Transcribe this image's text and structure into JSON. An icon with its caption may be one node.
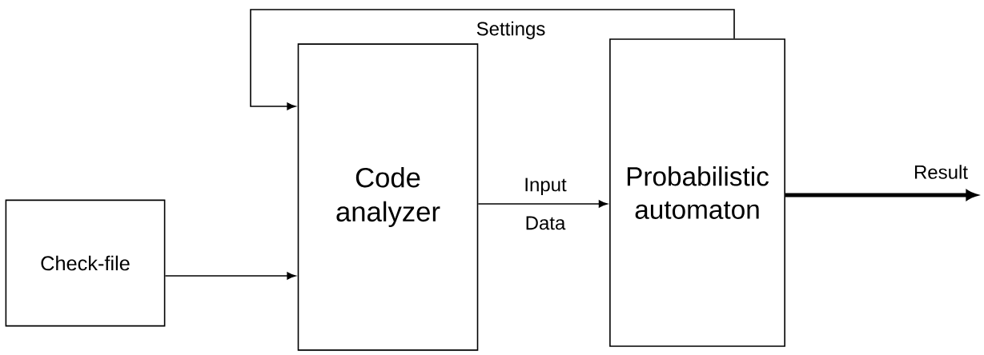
{
  "diagram": {
    "nodes": [
      {
        "text": [
          "Check-file"
        ]
      },
      {
        "text": [
          "Code analyzer"
        ]
      },
      {
        "text": [
          "Probabilistic automaton"
        ]
      }
    ],
    "edges": [
      {
        "from": 0,
        "to": 1,
        "arrow": "to"
      },
      {
        "from": 2,
        "to": 1,
        "arrow": "to",
        "label": "Settings"
      },
      {
        "from": 1,
        "to": 2,
        "arrow": "to",
        "label": "Input Data"
      },
      {
        "from": 2,
        "to": null,
        "arrow": "to",
        "label": "Result",
        "style": "thick"
      }
    ]
  }
}
